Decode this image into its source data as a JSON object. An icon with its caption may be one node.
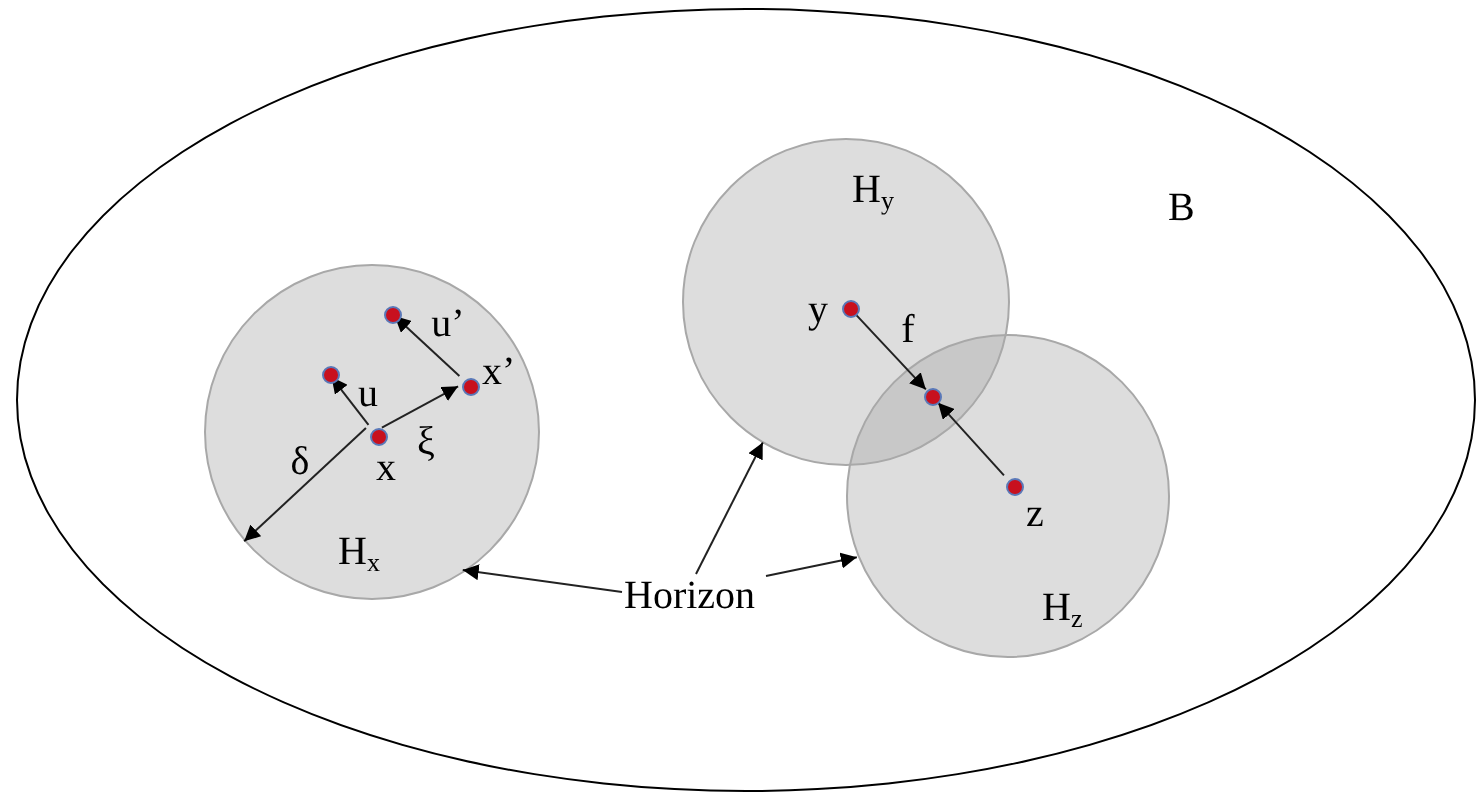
{
  "diagram": {
    "nodes": [
      {
        "text": [
          "B"
        ]
      },
      {
        "text": [
          "H$_{x}$"
        ],
        "in": 0
      },
      {
        "text": [
          "H$_{y}$"
        ],
        "in": 0
      },
      {
        "text": [
          "H$_{z}$"
        ],
        "in": 0
      },
      {
        "text": [],
        "shape": "circle",
        "in": 1,
        "beside": [
          "x"
        ]
      },
      {
        "text": [],
        "shape": "circle",
        "in": 1,
        "beside": [
          "x’"
        ]
      },
      {
        "text": [],
        "shape": "circle",
        "in": 1
      },
      {
        "text": [],
        "shape": "circle",
        "in": 1
      },
      {
        "text": [],
        "shape": "circle",
        "in": 2,
        "beside": [
          "y"
        ]
      },
      {
        "text": [],
        "shape": "circle"
      },
      {
        "text": [],
        "shape": "circle",
        "in": 3,
        "beside": [
          "z"
        ]
      },
      {
        "text": [
          "Horizon"
        ],
        "in": 0
      }
    ],
    "edges": [
      {
        "from": 4,
        "to": 6,
        "arrow": "to",
        "label": "u"
      },
      {
        "from": 5,
        "to": 7,
        "arrow": "to",
        "label": "u’"
      },
      {
        "from": 4,
        "to": 5,
        "arrow": "to",
        "label": "ξ"
      },
      {
        "from": 4,
        "to": 1,
        "arrow": "to",
        "label": "δ"
      },
      {
        "from": 8,
        "to": 9,
        "arrow": "to",
        "label": "f"
      },
      {
        "from": 10,
        "to": 9,
        "arrow": "to"
      },
      {
        "from": 11,
        "to": 1,
        "arrow": "to"
      },
      {
        "from": 11,
        "to": 2,
        "arrow": "to"
      },
      {
        "from": 11,
        "to": 3,
        "arrow": "to"
      }
    ]
  }
}
